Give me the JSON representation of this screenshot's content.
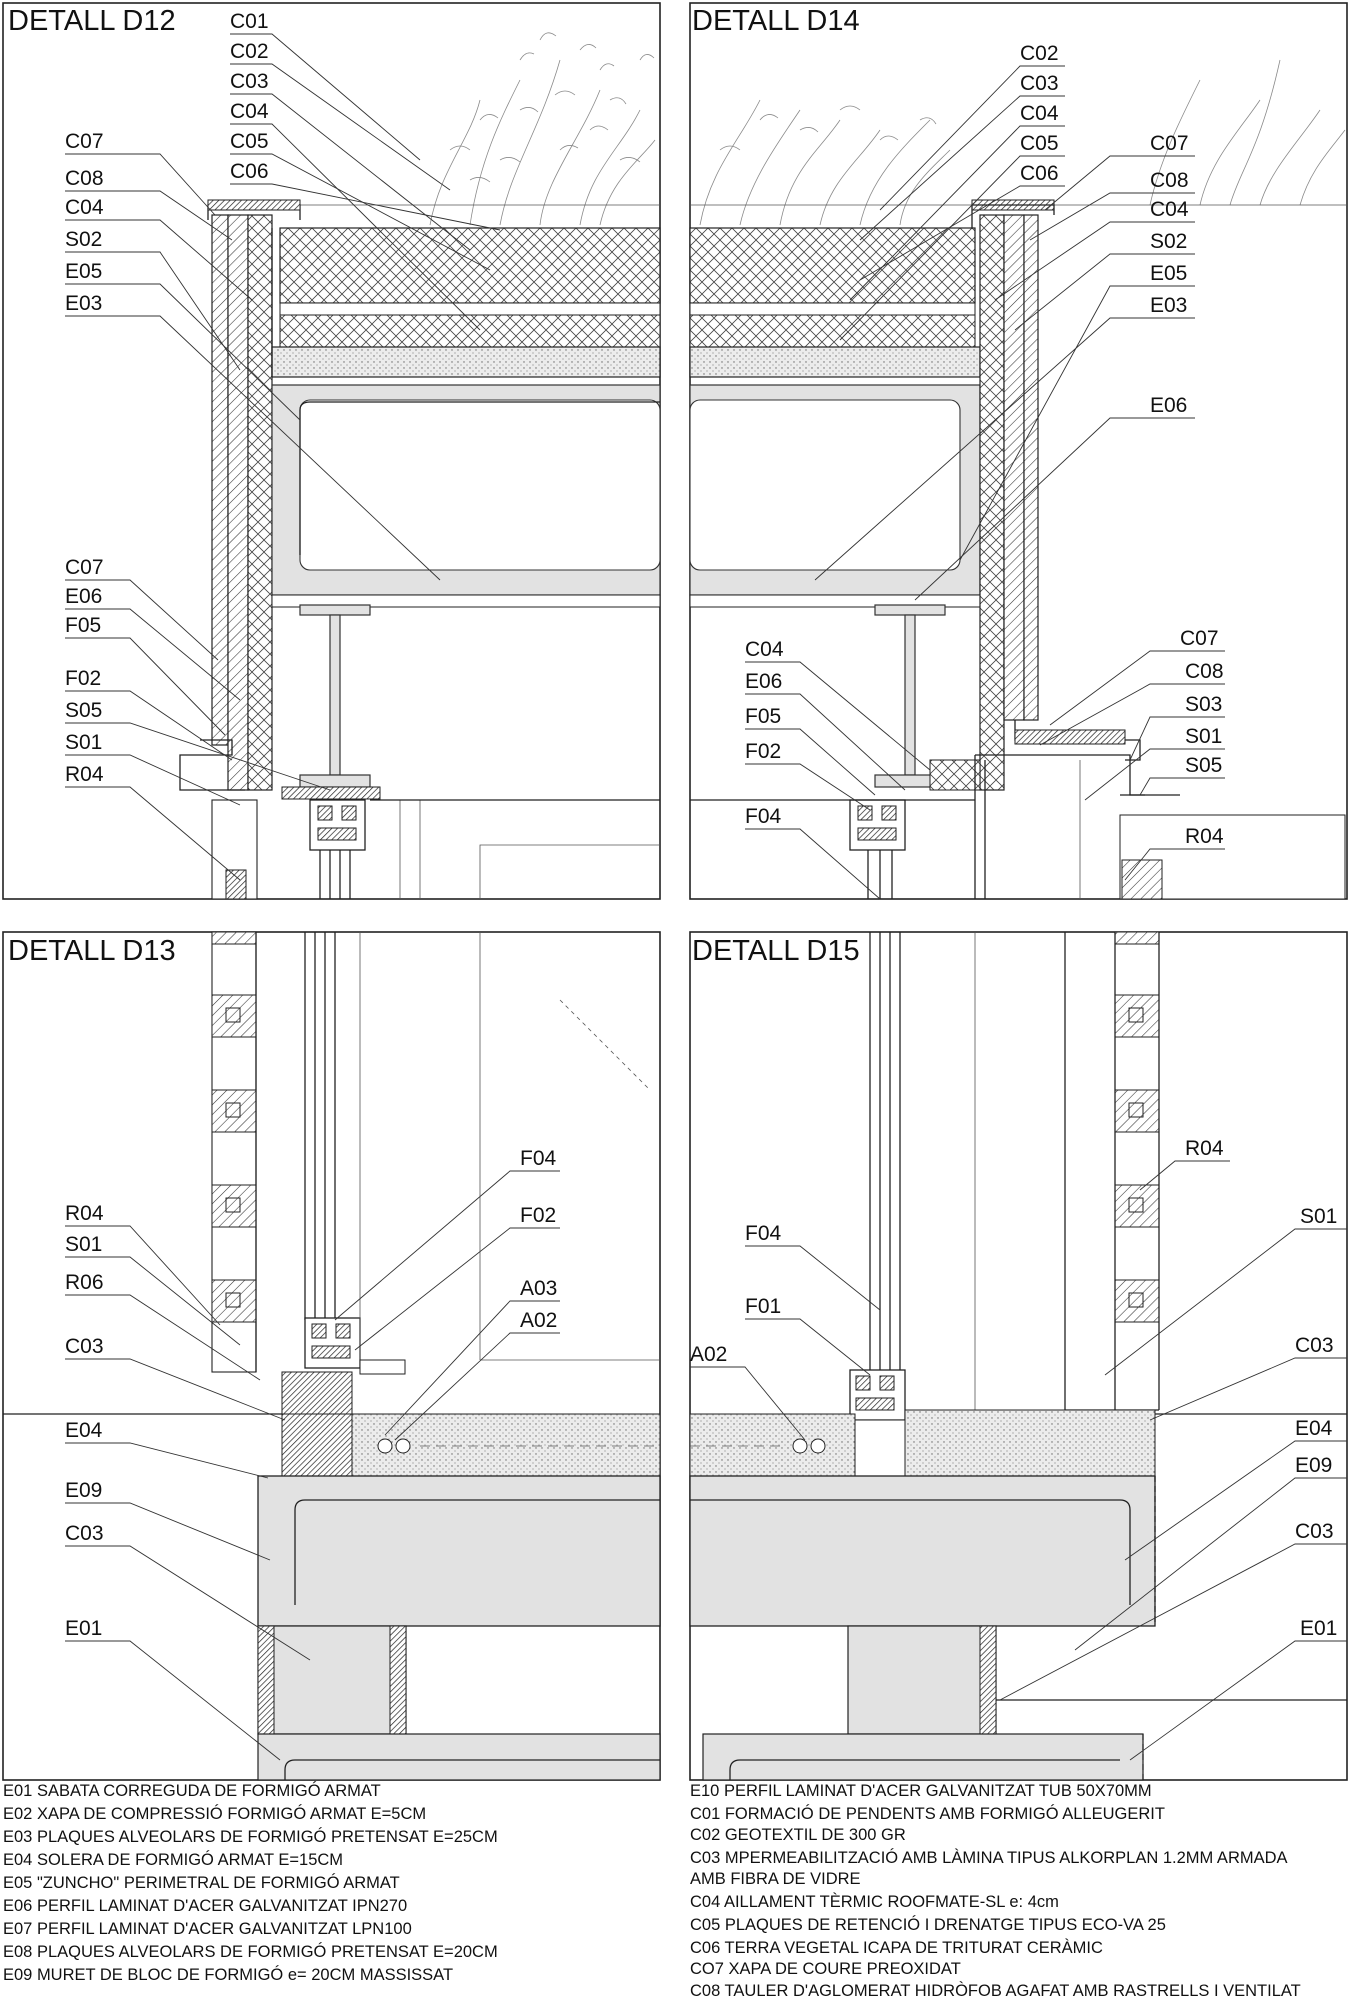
{
  "panels": {
    "d12": {
      "title": "DETALL D12",
      "labels": [
        "C01",
        "C02",
        "C03",
        "C04",
        "C05",
        "C06",
        "C07",
        "C08",
        "C04",
        "S02",
        "E05",
        "E03",
        "C07",
        "E06",
        "F05",
        "F02",
        "S05",
        "S01",
        "R04"
      ]
    },
    "d14": {
      "title": "DETALL D14",
      "labels": [
        "C02",
        "C03",
        "C04",
        "C05",
        "C06",
        "C07",
        "C08",
        "C04",
        "S02",
        "E05",
        "E03",
        "E06",
        "C04",
        "E06",
        "F05",
        "F02",
        "F04",
        "C07",
        "C08",
        "S03",
        "S01",
        "S05",
        "R04"
      ]
    },
    "d13": {
      "title": "DETALL D13",
      "labels": [
        "F04",
        "F02",
        "A03",
        "A02",
        "R04",
        "S01",
        "R06",
        "C03",
        "E04",
        "E09",
        "C03",
        "E01"
      ]
    },
    "d15": {
      "title": "DETALL D15",
      "labels": [
        "R04",
        "S01",
        "F04",
        "F01",
        "A02",
        "C03",
        "E04",
        "E09",
        "C03",
        "E01"
      ]
    }
  },
  "legend": {
    "left": [
      "E01 SABATA CORREGUDA DE FORMIGÓ ARMAT",
      "E02 XAPA DE COMPRESSIÓ FORMIGÓ ARMAT E=5CM",
      "E03 PLAQUES ALVEOLARS DE FORMIGÓ PRETENSAT E=25CM",
      "E04 SOLERA DE FORMIGÓ ARMAT E=15CM",
      "E05 \"ZUNCHO\" PERIMETRAL DE FORMIGÓ ARMAT",
      "E06 PERFIL LAMINAT D'ACER GALVANITZAT IPN270",
      "E07 PERFIL LAMINAT D'ACER GALVANITZAT LPN100",
      "E08 PLAQUES ALVEOLARS DE FORMIGÓ PRETENSAT E=20CM",
      "E09 MURET DE BLOC DE FORMIGÓ e= 20CM MASSISSAT"
    ],
    "right": [
      "E10 PERFIL LAMINAT D'ACER GALVANITZAT TUB 50X70MM",
      "C01 FORMACIÓ DE PENDENTS AMB FORMIGÓ ALLEUGERIT",
      "C02 GEOTEXTIL DE 300 GR",
      "C03 MPERMEABILITZACIÓ AMB LÀMINA TIPUS ALKORPLAN 1.2MM ARMADA",
      "AMB FIBRA DE VIDRE",
      "C04 AILLAMENT TÈRMIC ROOFMATE-SL e: 4cm",
      "C05 PLAQUES DE RETENCIÓ I DRENATGE TIPUS ECO-VA 25",
      "C06 TERRA VEGETAL ICAPA DE TRITURAT CERÀMIC",
      "CO7 XAPA DE COURE PREOXIDAT",
      "C08 TAULER D'AGLOMERAT HIDRÒFOB AGAFAT AMB RASTRELLS I VENTILAT"
    ]
  },
  "colors": {
    "line": "#222222",
    "fill": "#e2e2e2",
    "hatch": "#333333"
  }
}
